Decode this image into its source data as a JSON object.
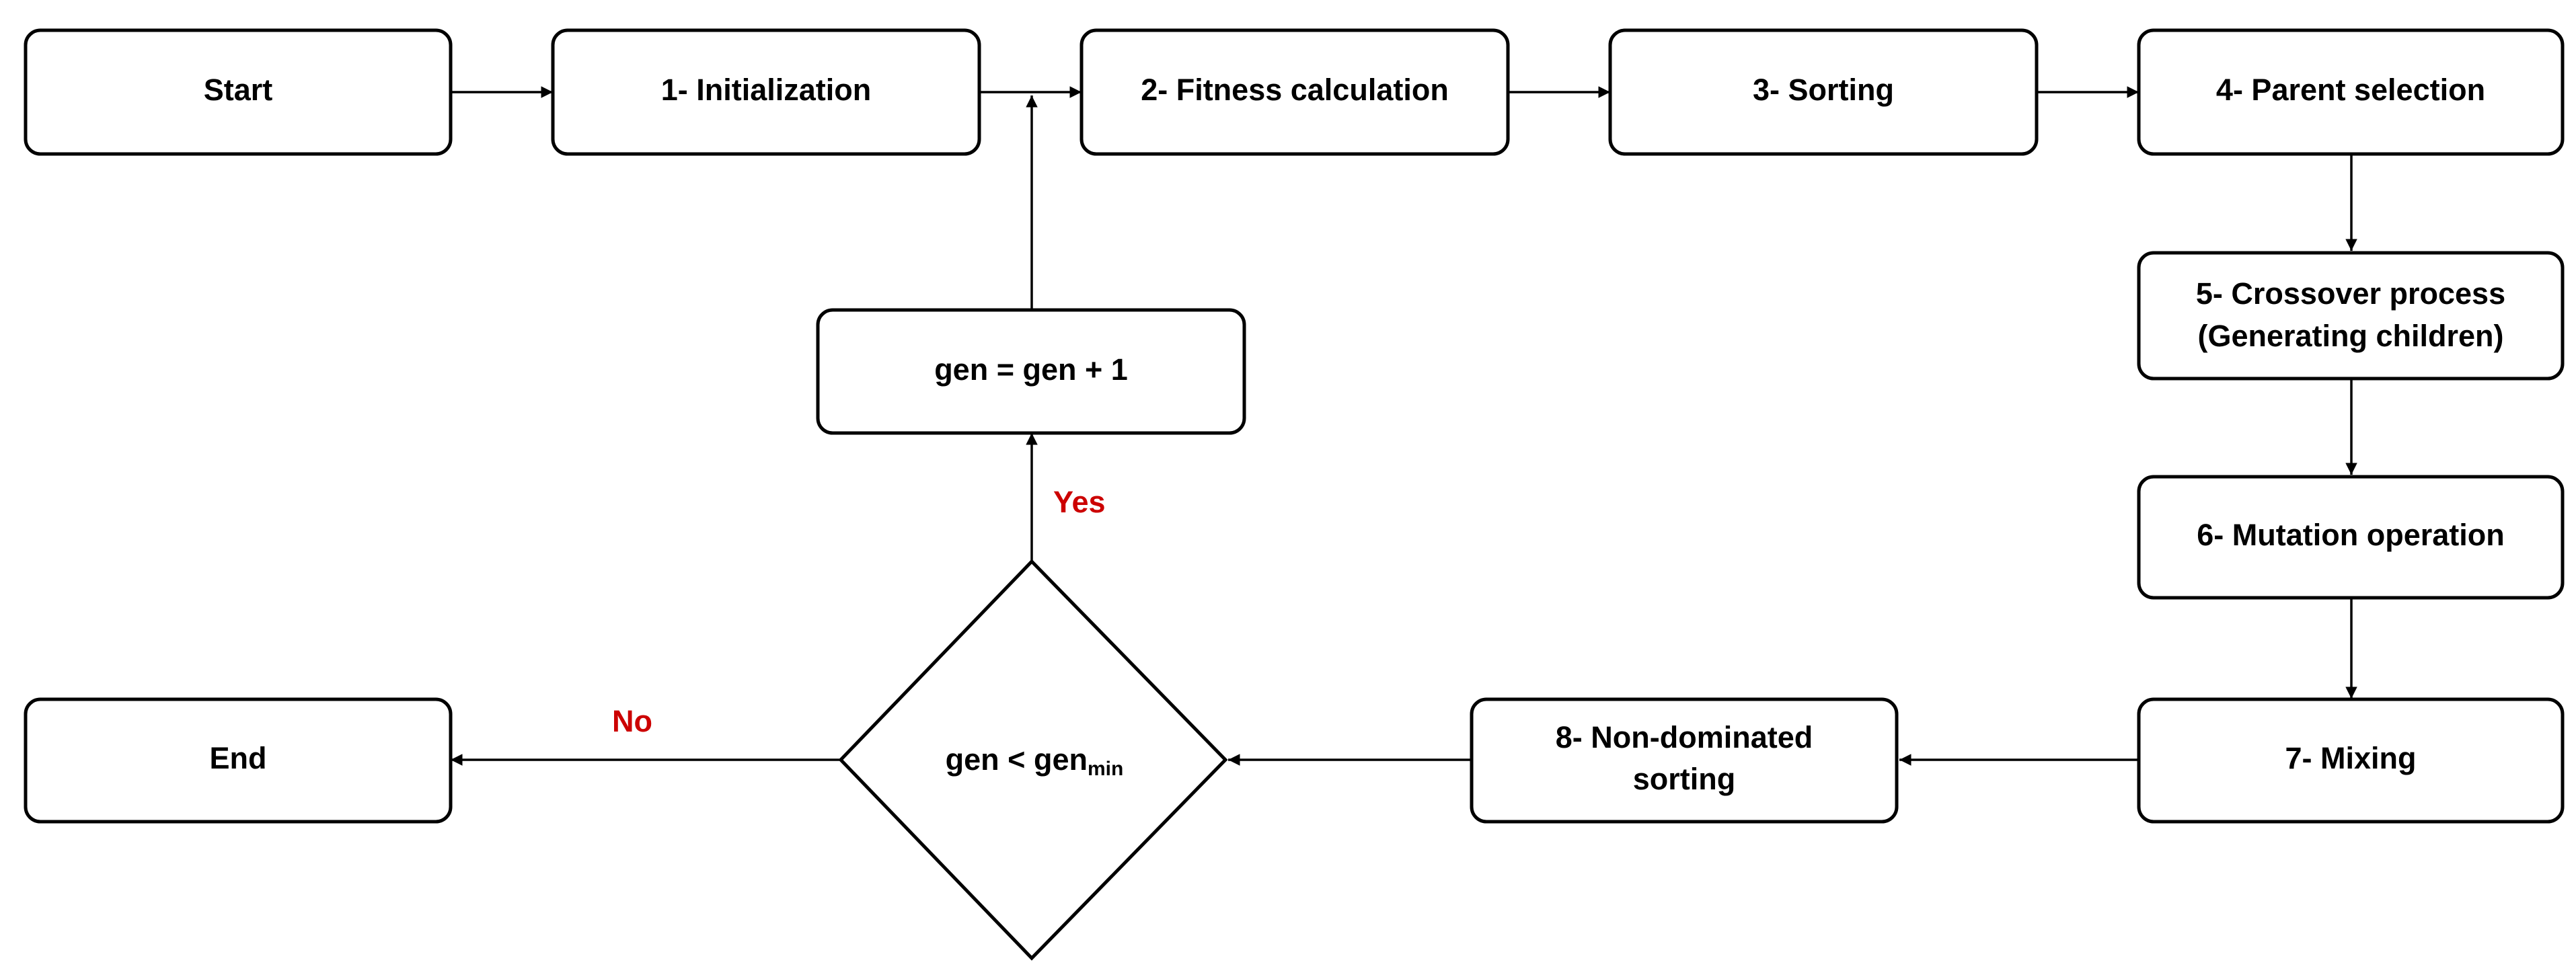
{
  "colors": {
    "stroke": "#000000",
    "fill": "#ffffff",
    "decision_label": "#cc0000"
  },
  "nodes": {
    "start": "Start",
    "init": "1- Initialization",
    "fitness": "2- Fitness calculation",
    "sorting": "3- Sorting",
    "parent": "4- Parent selection",
    "crossover": {
      "line1": "5- Crossover process",
      "line2": "(Generating children)"
    },
    "mutation": "6- Mutation operation",
    "mixing": "7- Mixing",
    "nondom": {
      "line1": "8- Non-dominated",
      "line2": "sorting"
    },
    "gen_inc": "gen = gen + 1",
    "decision": {
      "main": "gen < gen",
      "sub": "min"
    },
    "end": "End"
  },
  "edge_labels": {
    "yes": "Yes",
    "no": "No"
  }
}
